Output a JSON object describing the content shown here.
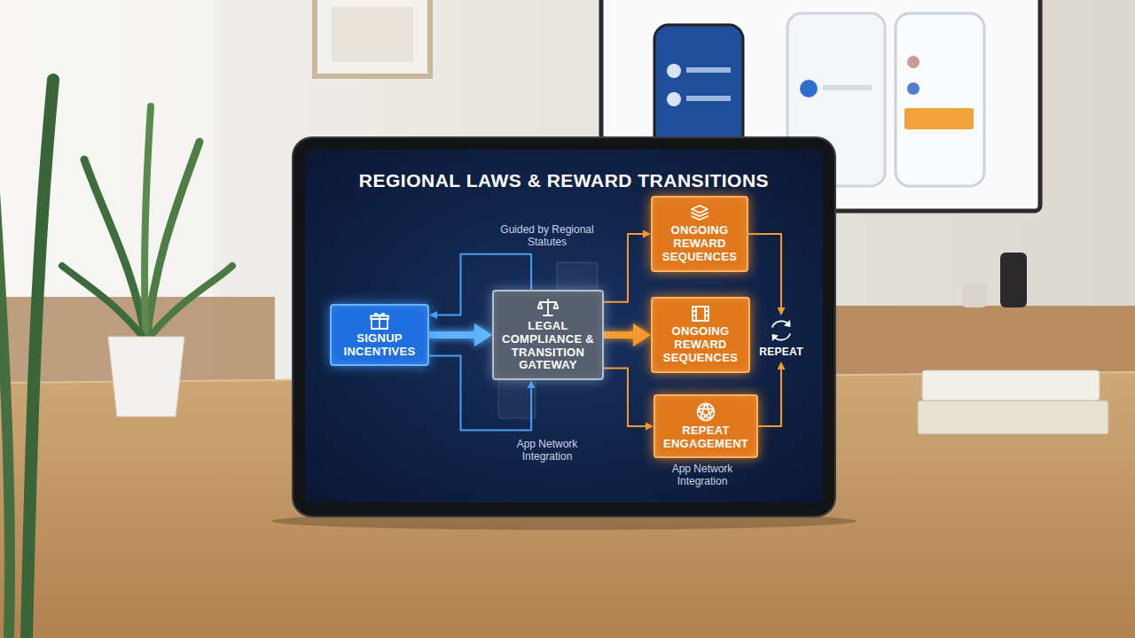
{
  "diagram": {
    "title": "REGIONAL LAWS & REWARD TRANSITIONS",
    "nodes": [
      {
        "text": [
          "SIGNUP INCENTIVES"
        ]
      },
      {
        "text": [
          "LEGAL COMPLIANCE & TRANSITION GATEWAY"
        ]
      },
      {
        "text": [
          "ONGOING REWARD SEQUENCES"
        ]
      },
      {
        "text": [
          "ONGOING REWARD SEQUENCES"
        ]
      },
      {
        "text": [
          "REPEAT ENGAGEMENT"
        ]
      },
      {
        "text": [
          "REPEAT"
        ]
      }
    ],
    "edges": [
      {
        "from": 0,
        "to": 1,
        "arrow": "to"
      },
      {
        "from": 1,
        "to": 3,
        "arrow": "to"
      },
      {
        "from": 1,
        "to": 2,
        "arrow": "to"
      },
      {
        "from": 1,
        "to": 4,
        "arrow": "to"
      },
      {
        "from": 2,
        "to": 5,
        "arrow": "to"
      },
      {
        "from": 4,
        "to": 5,
        "arrow": "to"
      },
      {
        "from": 1,
        "to": 0,
        "arrow": "to"
      },
      {
        "from": 0,
        "to": 1,
        "arrow": "to"
      }
    ],
    "labels": [
      "Guided by Regional Statutes",
      "App Network Integration",
      "App Network Integration"
    ]
  }
}
